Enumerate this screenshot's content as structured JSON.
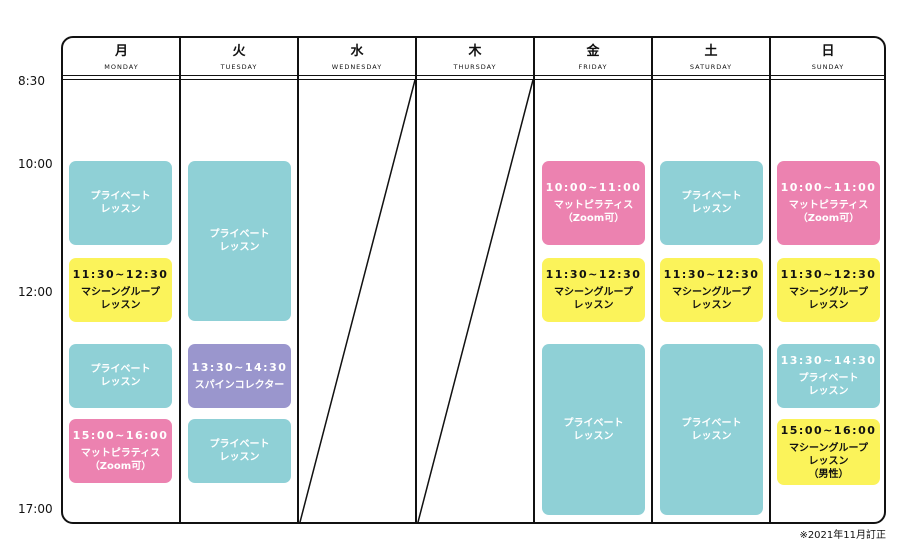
{
  "colors": {
    "teal": "#8fd0d6",
    "yellow": "#fbf35a",
    "pink": "#ec82b0",
    "purple": "#9a96cd"
  },
  "days": [
    {
      "jp": "月",
      "en": "MONDAY"
    },
    {
      "jp": "火",
      "en": "TUESDAY"
    },
    {
      "jp": "水",
      "en": "WEDNESDAY"
    },
    {
      "jp": "木",
      "en": "THURSDAY"
    },
    {
      "jp": "金",
      "en": "FRIDAY"
    },
    {
      "jp": "土",
      "en": "SATURDAY"
    },
    {
      "jp": "日",
      "en": "SUNDAY"
    }
  ],
  "times": [
    "8:30",
    "10:00",
    "12:00",
    "17:00"
  ],
  "note": "※2021年11月訂正",
  "schedule": {
    "mon": [
      {
        "lines": [
          "プライベート",
          "レッスン"
        ]
      },
      {
        "time": "11:30~12:30",
        "lines": [
          "マシーングループ",
          "レッスン"
        ]
      },
      {
        "lines": [
          "プライベート",
          "レッスン"
        ]
      },
      {
        "time": "15:00~16:00",
        "lines": [
          "マットピラティス",
          "（Zoom可）"
        ]
      }
    ],
    "tue": [
      {
        "lines": [
          "プライベート",
          "レッスン"
        ]
      },
      {
        "time": "13:30~14:30",
        "lines": [
          "スパインコレクター"
        ]
      },
      {
        "lines": [
          "プライベート",
          "レッスン"
        ]
      }
    ],
    "fri": [
      {
        "time": "10:00~11:00",
        "lines": [
          "マットピラティス",
          "（Zoom可）"
        ]
      },
      {
        "time": "11:30~12:30",
        "lines": [
          "マシーングループ",
          "レッスン"
        ]
      },
      {
        "lines": [
          "プライベート",
          "レッスン"
        ]
      }
    ],
    "sat": [
      {
        "lines": [
          "プライベート",
          "レッスン"
        ]
      },
      {
        "time": "11:30~12:30",
        "lines": [
          "マシーングループ",
          "レッスン"
        ]
      },
      {
        "lines": [
          "プライベート",
          "レッスン"
        ]
      }
    ],
    "sun": [
      {
        "time": "10:00~11:00",
        "lines": [
          "マットピラティス",
          "（Zoom可）"
        ]
      },
      {
        "time": "11:30~12:30",
        "lines": [
          "マシーングループ",
          "レッスン"
        ]
      },
      {
        "time": "13:30~14:30",
        "lines": [
          "プライベート",
          "レッスン"
        ]
      },
      {
        "time": "15:00~16:00",
        "lines": [
          "マシーングループ",
          "レッスン",
          "（男性）"
        ]
      }
    ]
  }
}
